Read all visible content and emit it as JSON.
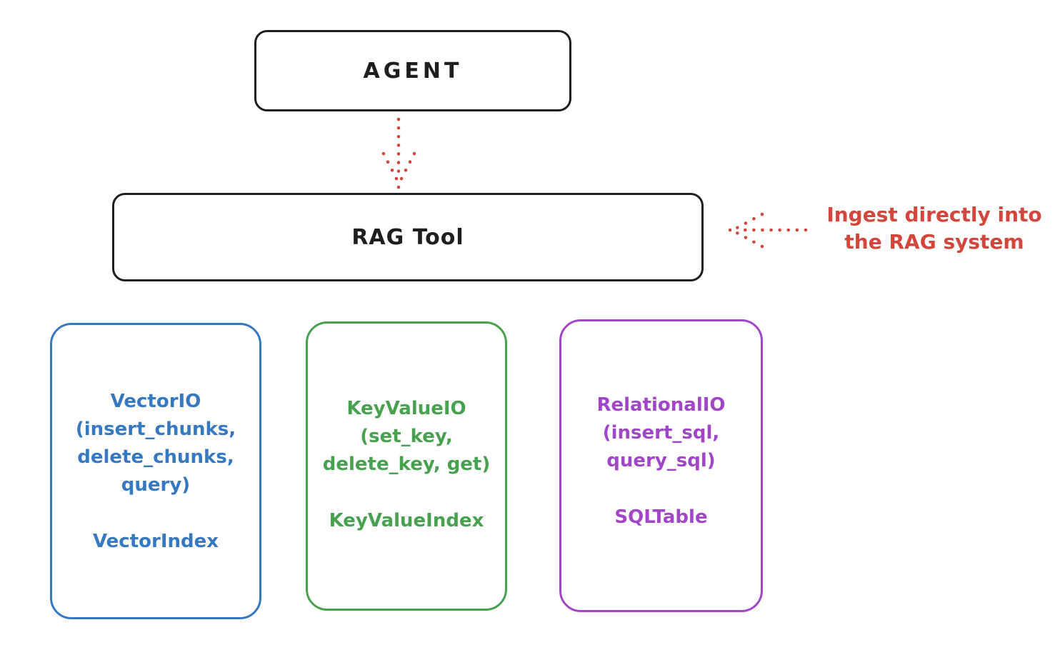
{
  "colors": {
    "ink": "#1e1e1e",
    "red": "#d2463c",
    "blue": "#3779c0",
    "green": "#47a14f",
    "purple": "#a046c6",
    "background": "#ffffff"
  },
  "agent_node": {
    "label": "AGENT"
  },
  "rag_tool_node": {
    "label": "RAG Tool"
  },
  "annotation": {
    "text": "Ingest directly into\nthe RAG system"
  },
  "backends": [
    {
      "name": "vector-io",
      "color": "#3779c0",
      "body": "VectorIO\n(insert_chunks,\ndelete_chunks,\nquery)",
      "index_label": "VectorIndex"
    },
    {
      "name": "key-value-io",
      "color": "#47a14f",
      "body": "KeyValueIO\n(set_key,\ndelete_key, get)",
      "index_label": "KeyValueIndex"
    },
    {
      "name": "relational-io",
      "color": "#a046c6",
      "body": "RelationalIO\n(insert_sql,\nquery_sql)",
      "index_label": "SQLTable"
    }
  ]
}
